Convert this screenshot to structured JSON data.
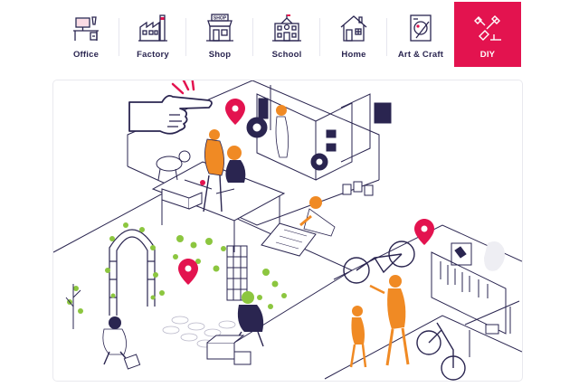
{
  "nav": {
    "tabs": [
      {
        "label": "Office",
        "icon": "office-desk-icon"
      },
      {
        "label": "Factory",
        "icon": "factory-icon"
      },
      {
        "label": "Shop",
        "icon": "shop-icon"
      },
      {
        "label": "School",
        "icon": "school-icon"
      },
      {
        "label": "Home",
        "icon": "home-icon"
      },
      {
        "label": "Art & Craft",
        "icon": "art-craft-icon"
      },
      {
        "label": "DIY",
        "icon": "diy-tools-icon"
      }
    ],
    "active": "DIY"
  },
  "scene": {
    "title_icon": "pointing-hand-icon",
    "pins": [
      "location-pin-icon",
      "location-pin-icon",
      "location-pin-icon"
    ]
  },
  "colors": {
    "accent": "#e3134f",
    "ink": "#2a2550",
    "orange": "#f08a24",
    "green": "#8cc63f"
  }
}
